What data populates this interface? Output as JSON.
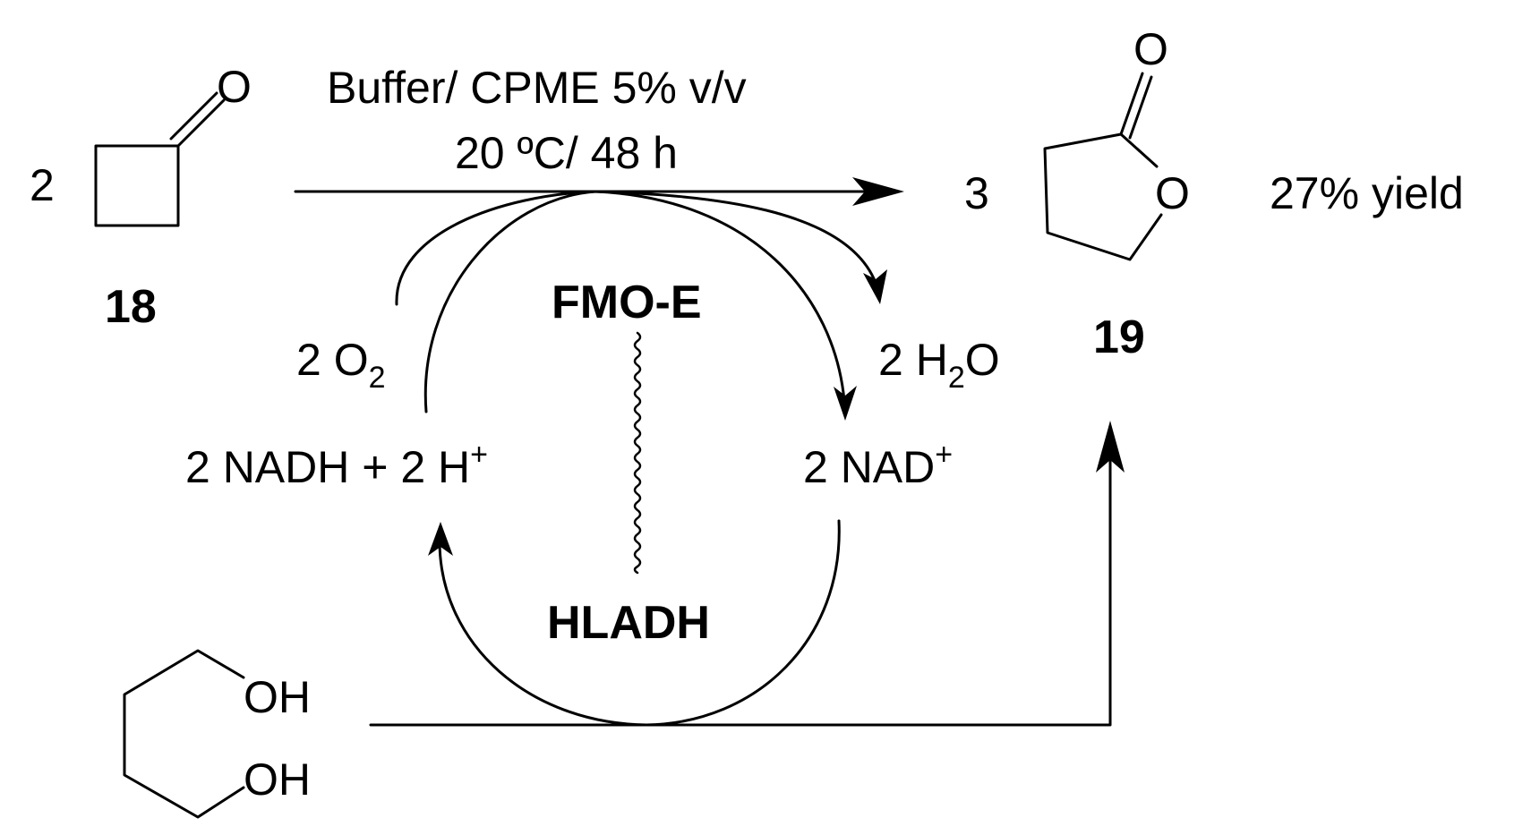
{
  "reactant": {
    "coefficient": "2",
    "oxygen_label": "O",
    "compound_number": "18"
  },
  "conditions": {
    "line1": "Buffer/ CPME 5% v/v",
    "line2": "20 ºC/ 48 h"
  },
  "product": {
    "coefficient": "3",
    "carbonyl_oxygen": "O",
    "ring_oxygen": "O",
    "compound_number": "19",
    "yield": "27% yield"
  },
  "cycle": {
    "oxygen_coefficient": "2 O",
    "oxygen_subscript": "2",
    "water_coefficient": "2 H",
    "water_subscript": "2",
    "water_suffix": "O",
    "nadh_label": "2 NADH + 2 H",
    "nadh_superscript": "+",
    "nad_label": "2 NAD",
    "nad_superscript": "+",
    "enzyme_top": "FMO-E",
    "enzyme_bottom": "HLADH"
  },
  "diol": {
    "oh_top": "OH",
    "oh_bottom": "OH"
  },
  "colors": {
    "ink": "#000000",
    "background": "#ffffff"
  }
}
